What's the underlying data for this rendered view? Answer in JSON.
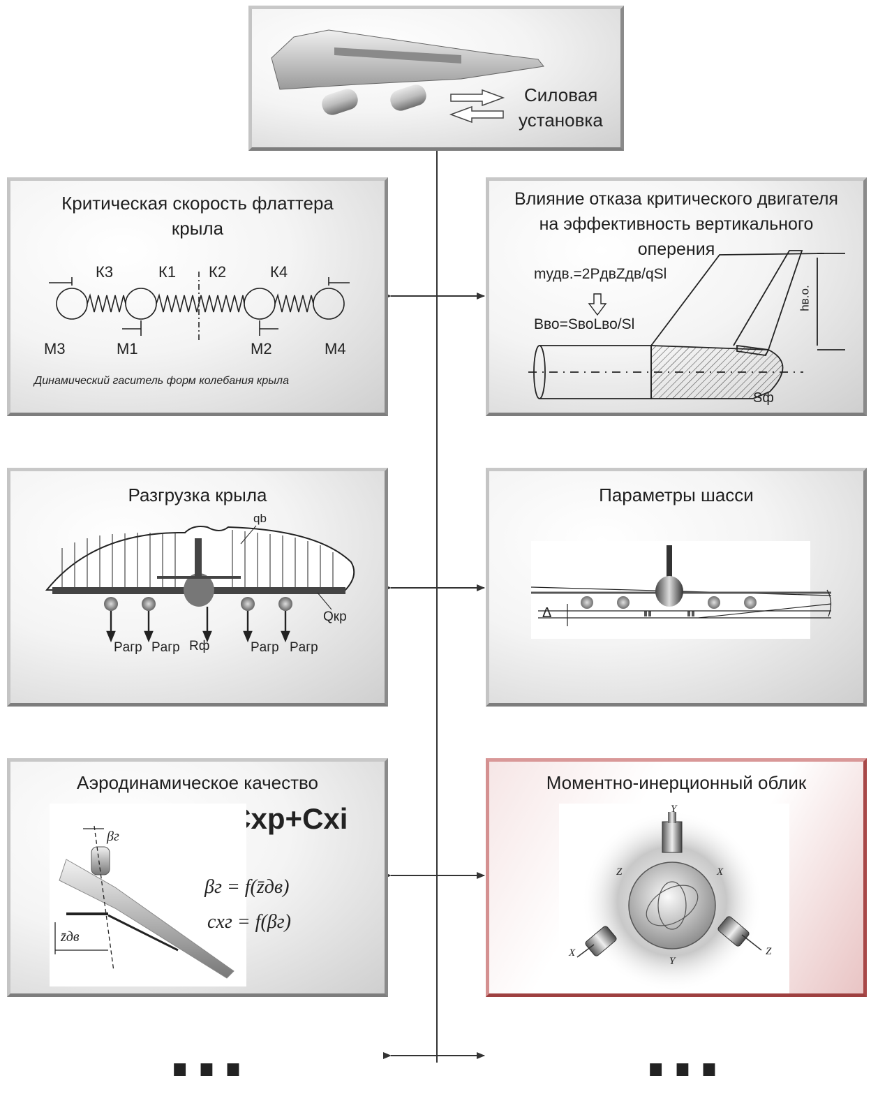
{
  "top": {
    "label_line1": "Силовая",
    "label_line2": "установка"
  },
  "flutter": {
    "title_line1": "Критическая скорость флаттера",
    "title_line2": "крыла",
    "springs": [
      "К3",
      "К1",
      "К2",
      "К4"
    ],
    "masses": [
      "М3",
      "М1",
      "М2",
      "М4"
    ],
    "caption": "Динамический гаситель форм колебания крыла"
  },
  "engine_failure": {
    "title_line1": "Влияние отказа критического двигателя",
    "title_line2": "на эффективность вертикального",
    "title_line3": "оперения",
    "m_eq": "mудв.=2PдвZдв/qSl",
    "b_eq": "Bво=SвоLво/Sl",
    "h_label": "hв.о.",
    "s_label": "Sф"
  },
  "unloading": {
    "title": "Разгрузка крыла",
    "q_label": "qb",
    "Q_label": "Qкр",
    "loads": [
      "Pагр",
      "Pагр",
      "Rф",
      "Pагр",
      "Pагр"
    ]
  },
  "landing_gear": {
    "title": "Параметры шасси",
    "delta": "Δ"
  },
  "aero": {
    "title": "Аэродинамическое качество",
    "formula": "Cx=Cxp+Cxi",
    "beta_label": "βг",
    "eq1": "βг = f(z̄дв)",
    "eq2": "cxг = f(βг)",
    "z_label": "z̄дв"
  },
  "inertia": {
    "title": "Моментно-инерционный облик",
    "axes": [
      "Y",
      "Z",
      "X",
      "X",
      "Y",
      "Z"
    ]
  },
  "bottom": {
    "left_dots": "…",
    "right_dots": "…"
  },
  "colors": {
    "panel_border": "#9c9c9c",
    "highlight_border": "#c26a6a",
    "line": "#333333"
  }
}
